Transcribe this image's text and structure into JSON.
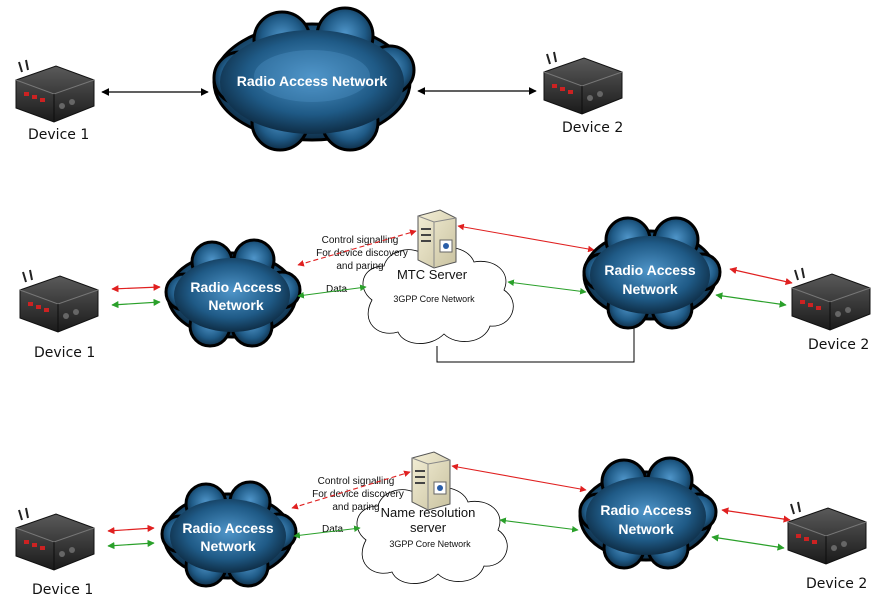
{
  "colors": {
    "control": "#e02020",
    "data": "#2aa02a",
    "cloud_light": "#4f95c9",
    "cloud_dark": "#0a2236",
    "black_link": "#000000"
  },
  "icons": {
    "device": "radio-device-icon",
    "server": "server-icon",
    "ran": "radio-access-network-cloud",
    "core": "core-network-cloud"
  },
  "top": {
    "device1": "Device 1",
    "device2": "Device 2",
    "ran": "Radio Access Network"
  },
  "middle": {
    "device1": "Device 1",
    "device2": "Device 2",
    "ran_left_line1": "Radio Access",
    "ran_left_line2": "Network",
    "ran_right_line1": "Radio Access",
    "ran_right_line2": "Network",
    "control_line1": "Control signalling",
    "control_line2": "For device discovery",
    "control_line3": "and paring",
    "data": "Data",
    "server": "MTC Server",
    "core": "3GPP Core Network"
  },
  "bottom": {
    "device1": "Device 1",
    "device2": "Device 2",
    "ran_left_line1": "Radio Access",
    "ran_left_line2": "Network",
    "ran_right_line1": "Radio Access",
    "ran_right_line2": "Network",
    "control_line1": "Control signalling",
    "control_line2": "For device discovery",
    "control_line3": "and paring",
    "data": "Data",
    "server_line1": "Name resolution",
    "server_line2": "server",
    "core": "3GPP Core Network"
  }
}
